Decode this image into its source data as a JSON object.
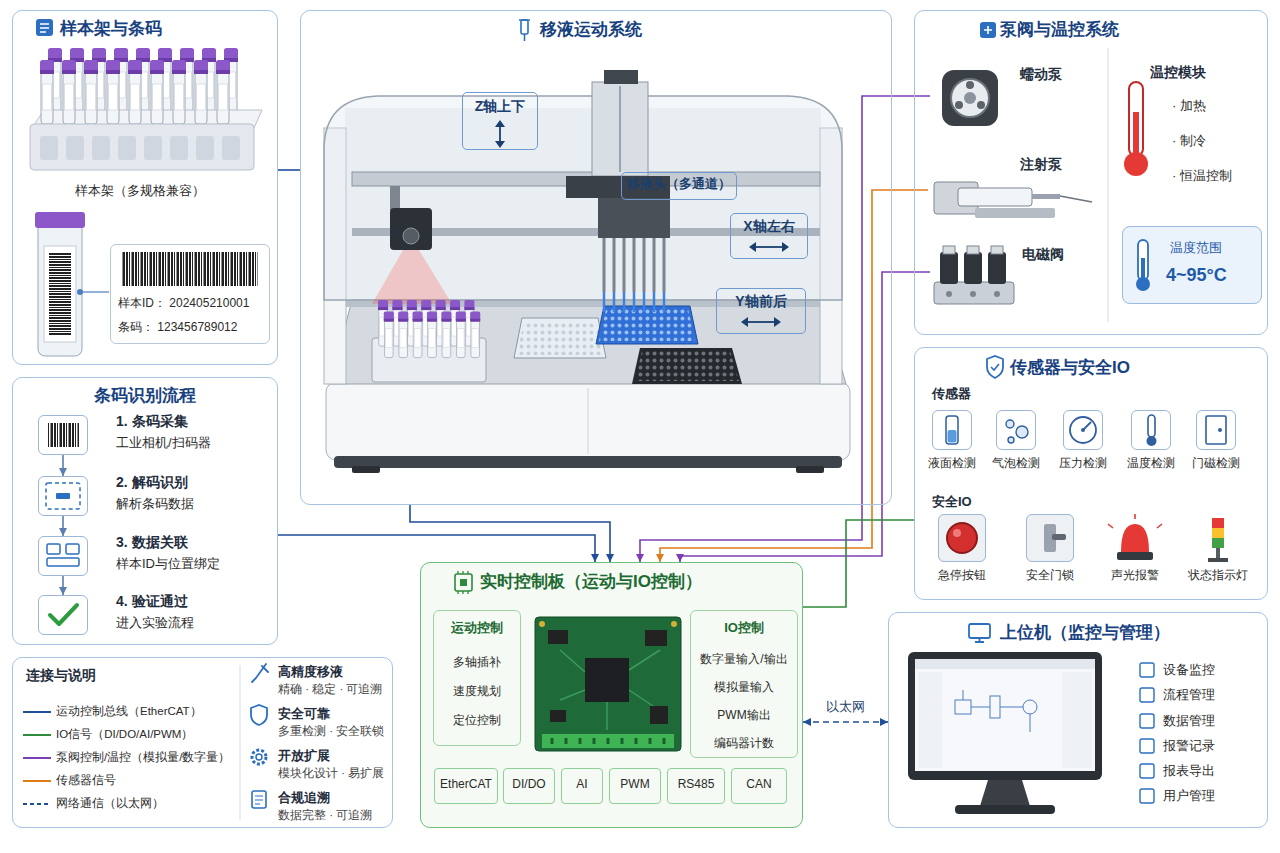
{
  "diagram": {
    "nodes": [
      {
        "text": [
          "样本架与条码",
          "样本架（多规格兼容）"
        ]
      },
      {
        "text": [
          "样本ID： 202405210001",
          "条码： 123456789012"
        ],
        "in": 0
      },
      {
        "text": [
          "条码识别流程"
        ]
      },
      {
        "text": [
          "1. 条码采集",
          "工业相机/扫码器"
        ],
        "in": 2
      },
      {
        "text": [
          "2. 解码识别",
          "解析条码数据"
        ],
        "in": 2
      },
      {
        "text": [
          "3. 数据关联",
          "样本ID与位置绑定"
        ],
        "in": 2
      },
      {
        "text": [
          "4. 验证通过",
          "进入实验流程"
        ],
        "in": 2
      },
      {
        "text": [
          "连接与说明",
          "高精度移液",
          "精确 · 稳定 · 可追溯",
          "安全可靠",
          "多重检测 · 安全联锁",
          "开放扩展",
          "模块化设计 · 易扩展",
          "合规追溯",
          "数据完整 · 可追溯"
        ]
      },
      {
        "text": [
          "移液运动系统"
        ]
      },
      {
        "text": [
          "Z轴上下"
        ],
        "in": 8
      },
      {
        "text": [
          "移液头（多通道）"
        ],
        "in": 8
      },
      {
        "text": [
          "X轴左右"
        ],
        "in": 8
      },
      {
        "text": [
          "Y轴前后"
        ],
        "in": 8
      },
      {
        "text": [
          "泵阀与温控系统",
          "温控模块",
          "· 加热",
          "· 制冷",
          "· 恒温控制"
        ]
      },
      {
        "text": [
          "蠕动泵"
        ],
        "in": 13
      },
      {
        "text": [
          "注射泵"
        ],
        "in": 13
      },
      {
        "text": [
          "电磁阀"
        ],
        "in": 13
      },
      {
        "text": [
          "温度范围",
          "4~95°C"
        ],
        "in": 13
      },
      {
        "text": [
          "传感器与安全IO",
          "传感器",
          "安全IO"
        ]
      },
      {
        "text": [
          "液面检测"
        ],
        "in": 18
      },
      {
        "text": [
          "气泡检测"
        ],
        "in": 18
      },
      {
        "text": [
          "压力检测"
        ],
        "in": 18
      },
      {
        "text": [
          "温度检测"
        ],
        "in": 18
      },
      {
        "text": [
          "门磁检测"
        ],
        "in": 18
      },
      {
        "text": [
          "急停按钮"
        ],
        "in": 18
      },
      {
        "text": [
          "安全门锁"
        ],
        "in": 18
      },
      {
        "text": [
          "声光报警"
        ],
        "in": 18
      },
      {
        "text": [
          "状态指示灯"
        ],
        "in": 18
      },
      {
        "text": [
          "实时控制板（运动与IO控制）"
        ]
      },
      {
        "text": [
          "运动控制",
          "多轴插补",
          "速度规划",
          "定位控制"
        ],
        "in": 28
      },
      {
        "text": [
          "IO控制",
          "数字量输入/输出",
          "模拟量输入",
          "PWM输出",
          "编码器计数"
        ],
        "in": 28
      },
      {
        "text": [
          "EtherCAT"
        ],
        "in": 28
      },
      {
        "text": [
          "DI/DO"
        ],
        "in": 28
      },
      {
        "text": [
          "AI"
        ],
        "in": 28
      },
      {
        "text": [
          "PWM"
        ],
        "in": 28
      },
      {
        "text": [
          "RS485"
        ],
        "in": 28
      },
      {
        "text": [
          "CAN"
        ],
        "in": 28
      },
      {
        "text": [
          "上位机（监控与管理）",
          "设备监控",
          "流程管理",
          "数据管理",
          "报警记录",
          "报表导出",
          "用户管理"
        ]
      }
    ],
    "edges": [
      {
        "from": 0,
        "to": 8,
        "arrow": "none"
      },
      {
        "from": 8,
        "to": 28,
        "arrow": "to"
      },
      {
        "from": 2,
        "to": 28,
        "arrow": "to"
      },
      {
        "from": 14,
        "to": 28,
        "arrow": "to"
      },
      {
        "from": 15,
        "to": 28,
        "arrow": "to"
      },
      {
        "from": 16,
        "to": 28,
        "arrow": "to"
      },
      {
        "from": 18,
        "to": 28,
        "arrow": "none"
      },
      {
        "from": 28,
        "to": 37,
        "arrow": "both",
        "label": "以太网"
      },
      {
        "from": 3,
        "to": 4,
        "arrow": "to"
      },
      {
        "from": 4,
        "to": 5,
        "arrow": "to"
      },
      {
        "from": 5,
        "to": 6,
        "arrow": "to"
      }
    ],
    "legend": [
      {
        "text": "运动控制总线（EtherCAT）"
      },
      {
        "text": "IO信号（DI/DO/AI/PWM）"
      },
      {
        "text": "泵阀控制/温控（模拟量/数字量）"
      },
      {
        "text": "传感器信号"
      },
      {
        "text": "网络通信（以太网）"
      }
    ]
  }
}
